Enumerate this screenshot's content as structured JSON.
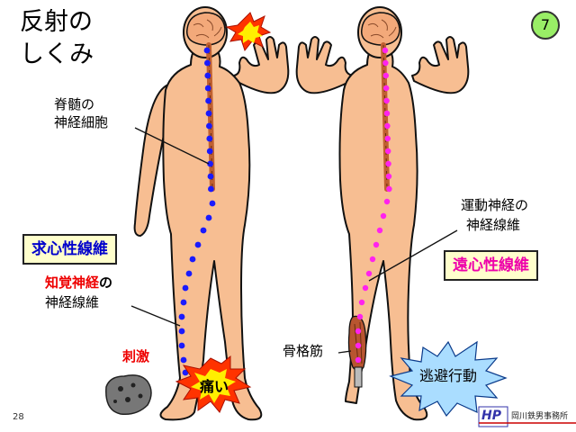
{
  "title": {
    "line1": "反射の",
    "line2": "しくみ"
  },
  "slide_number": "7",
  "page_number": "28",
  "labels": {
    "spinal_cell_line1": "脊髄の",
    "spinal_cell_line2": "神経細胞",
    "afferent_fiber": "求心性線維",
    "sensory_nerve_red": "知覚神経",
    "sensory_nerve_suffix": "の",
    "sensory_fiber_line2": "神経線維",
    "stimulus": "刺激",
    "pain": "痛い",
    "motor_nerve_line1": "運動神経の",
    "motor_nerve_line2": "神経線維",
    "efferent_fiber": "遠心性線維",
    "skeletal_muscle": "骨格筋",
    "escape": "逃避行動"
  },
  "publisher": {
    "logo_text": "HP",
    "name": "岡川鉄男事務所"
  },
  "colors": {
    "skin": "#f7be92",
    "skin_outline": "#111111",
    "brain": "#f3a97a",
    "spinal_cord": "#c06030",
    "afferent_dots": "#1a1aff",
    "efferent_dots": "#ff22ee",
    "afferent_text": "#0000cc",
    "efferent_text": "#ee00aa",
    "stimulus_text": "#ee0000",
    "burst": "#ff3300",
    "burst_inner": "#ffee00",
    "escape_burst": "#aaddff",
    "box_bg": "#ffffcc",
    "rock": "#777777"
  }
}
